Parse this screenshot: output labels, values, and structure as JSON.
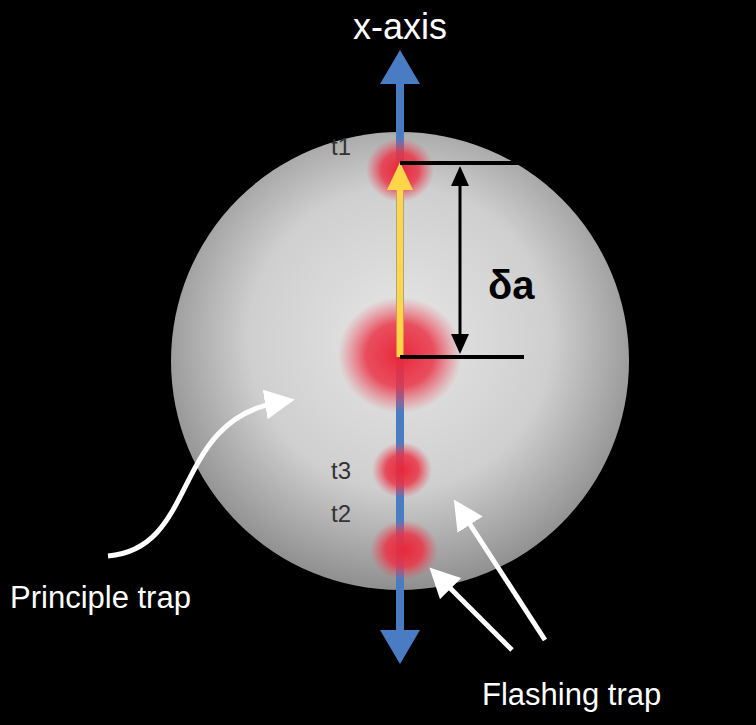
{
  "diagram": {
    "labels": [
      "x-axis",
      "t1",
      "δa",
      "t3",
      "t2",
      "Principle trap",
      "Flashing trap"
    ]
  }
}
